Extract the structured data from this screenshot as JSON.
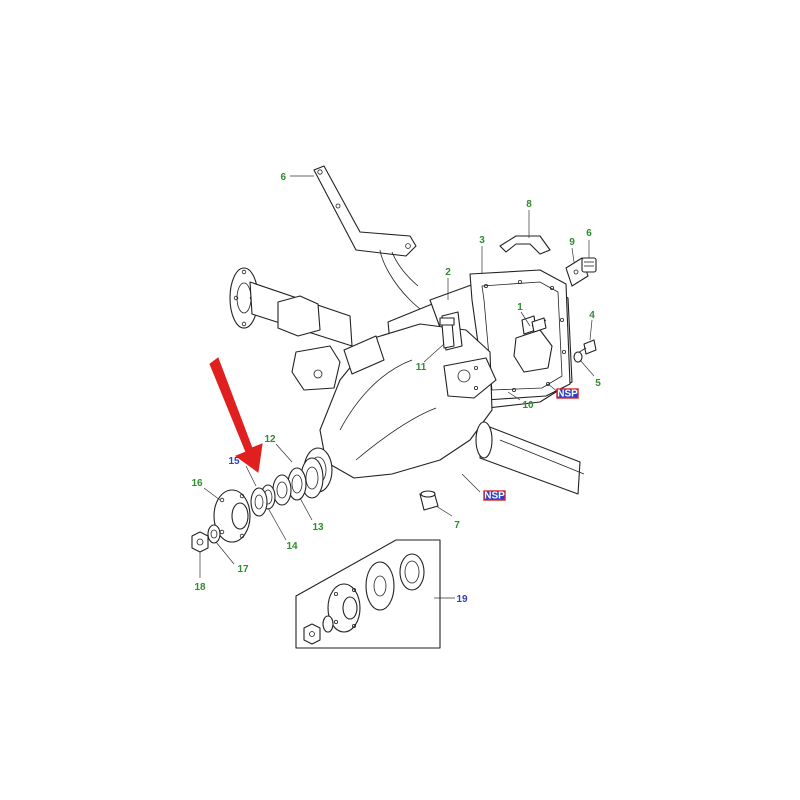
{
  "diagram": {
    "callouts": [
      {
        "id": "c1",
        "text": "1",
        "color": "#2d8c2d"
      },
      {
        "id": "c2",
        "text": "2",
        "color": "#2d8c2d"
      },
      {
        "id": "c3",
        "text": "3",
        "color": "#2d8c2d"
      },
      {
        "id": "c4",
        "text": "4",
        "color": "#2d8c2d"
      },
      {
        "id": "c5",
        "text": "5",
        "color": "#2d8c2d"
      },
      {
        "id": "c6a",
        "text": "6",
        "color": "#2d8c2d"
      },
      {
        "id": "c6b",
        "text": "6",
        "color": "#2d8c2d"
      },
      {
        "id": "c7",
        "text": "7",
        "color": "#2d8c2d"
      },
      {
        "id": "c8",
        "text": "8",
        "color": "#2d8c2d"
      },
      {
        "id": "c9",
        "text": "9",
        "color": "#2d8c2d"
      },
      {
        "id": "c10",
        "text": "10",
        "color": "#2d8c2d"
      },
      {
        "id": "c11",
        "text": "11",
        "color": "#2d8c2d"
      },
      {
        "id": "c12",
        "text": "12",
        "color": "#2d8c2d"
      },
      {
        "id": "c13",
        "text": "13",
        "color": "#2d8c2d"
      },
      {
        "id": "c14",
        "text": "14",
        "color": "#2d8c2d"
      },
      {
        "id": "c15",
        "text": "15",
        "color": "#2a3fc4"
      },
      {
        "id": "c16",
        "text": "16",
        "color": "#2d8c2d"
      },
      {
        "id": "c17",
        "text": "17",
        "color": "#2d8c2d"
      },
      {
        "id": "c18",
        "text": "18",
        "color": "#2d8c2d"
      },
      {
        "id": "c19",
        "text": "19",
        "color": "#2a3fc4"
      }
    ],
    "nsp_tags": [
      {
        "id": "nsp1",
        "text": "NSP"
      },
      {
        "id": "nsp2",
        "text": "NSP"
      }
    ],
    "colors": {
      "callout_green": "#2d8c2d",
      "callout_blue": "#2a3fc4",
      "nsp_fill": "#2a3fc4",
      "nsp_border": "#d8202a",
      "arrow_red": "#e0201e",
      "line": "#222222"
    },
    "highlight_arrow": {
      "color": "#e0201e",
      "target_callout": "15"
    }
  }
}
